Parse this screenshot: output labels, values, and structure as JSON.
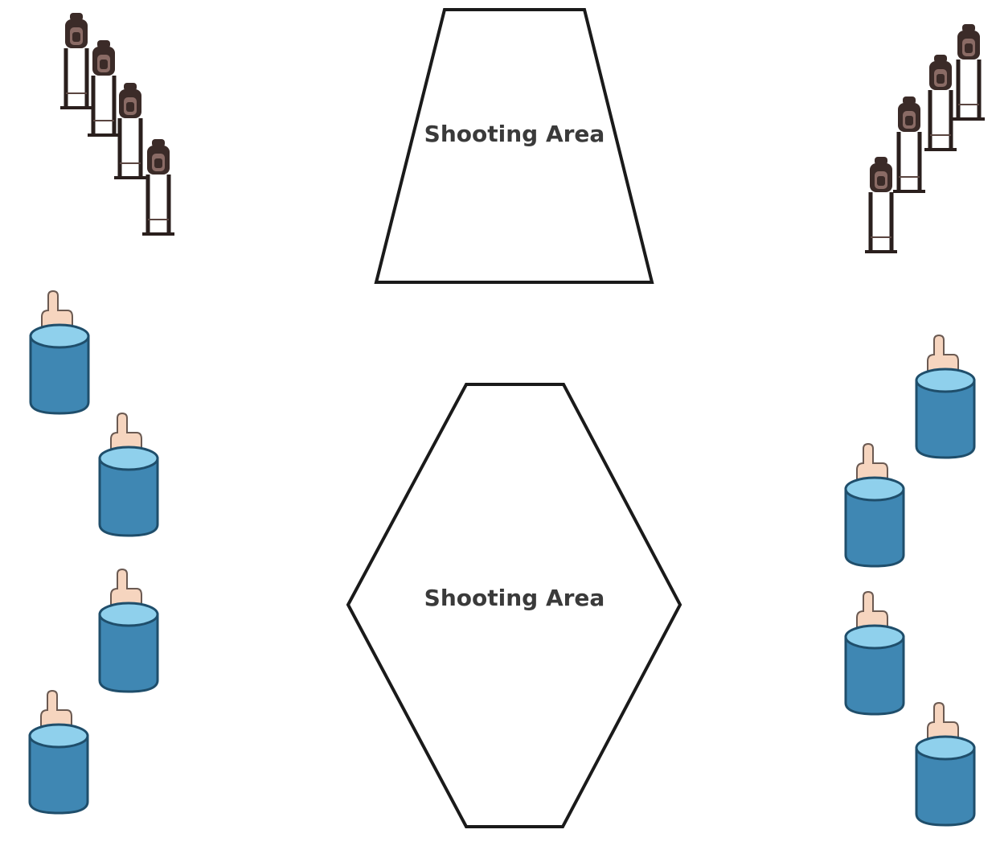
{
  "shooting_areas": [
    {
      "shape": "trapezoid",
      "label": "Shooting Area"
    },
    {
      "shape": "hexagon",
      "label": "Shooting Area"
    }
  ],
  "target_stands": {
    "left_group_count": 4,
    "right_group_count": 4
  },
  "barrel_targets": {
    "left_group_count": 4,
    "right_group_count": 4
  },
  "colors": {
    "background": "#ffffff",
    "outline": "#222222",
    "barrel_body": "#3f87b3",
    "barrel_top": "#8fd0ec",
    "hand": "#f6d5bf",
    "stand_dark": "#3b2b28",
    "stand_accent": "#8a6b65"
  },
  "icons": [
    "target-stand-icon",
    "barrel-target-icon",
    "hand-target-icon"
  ]
}
